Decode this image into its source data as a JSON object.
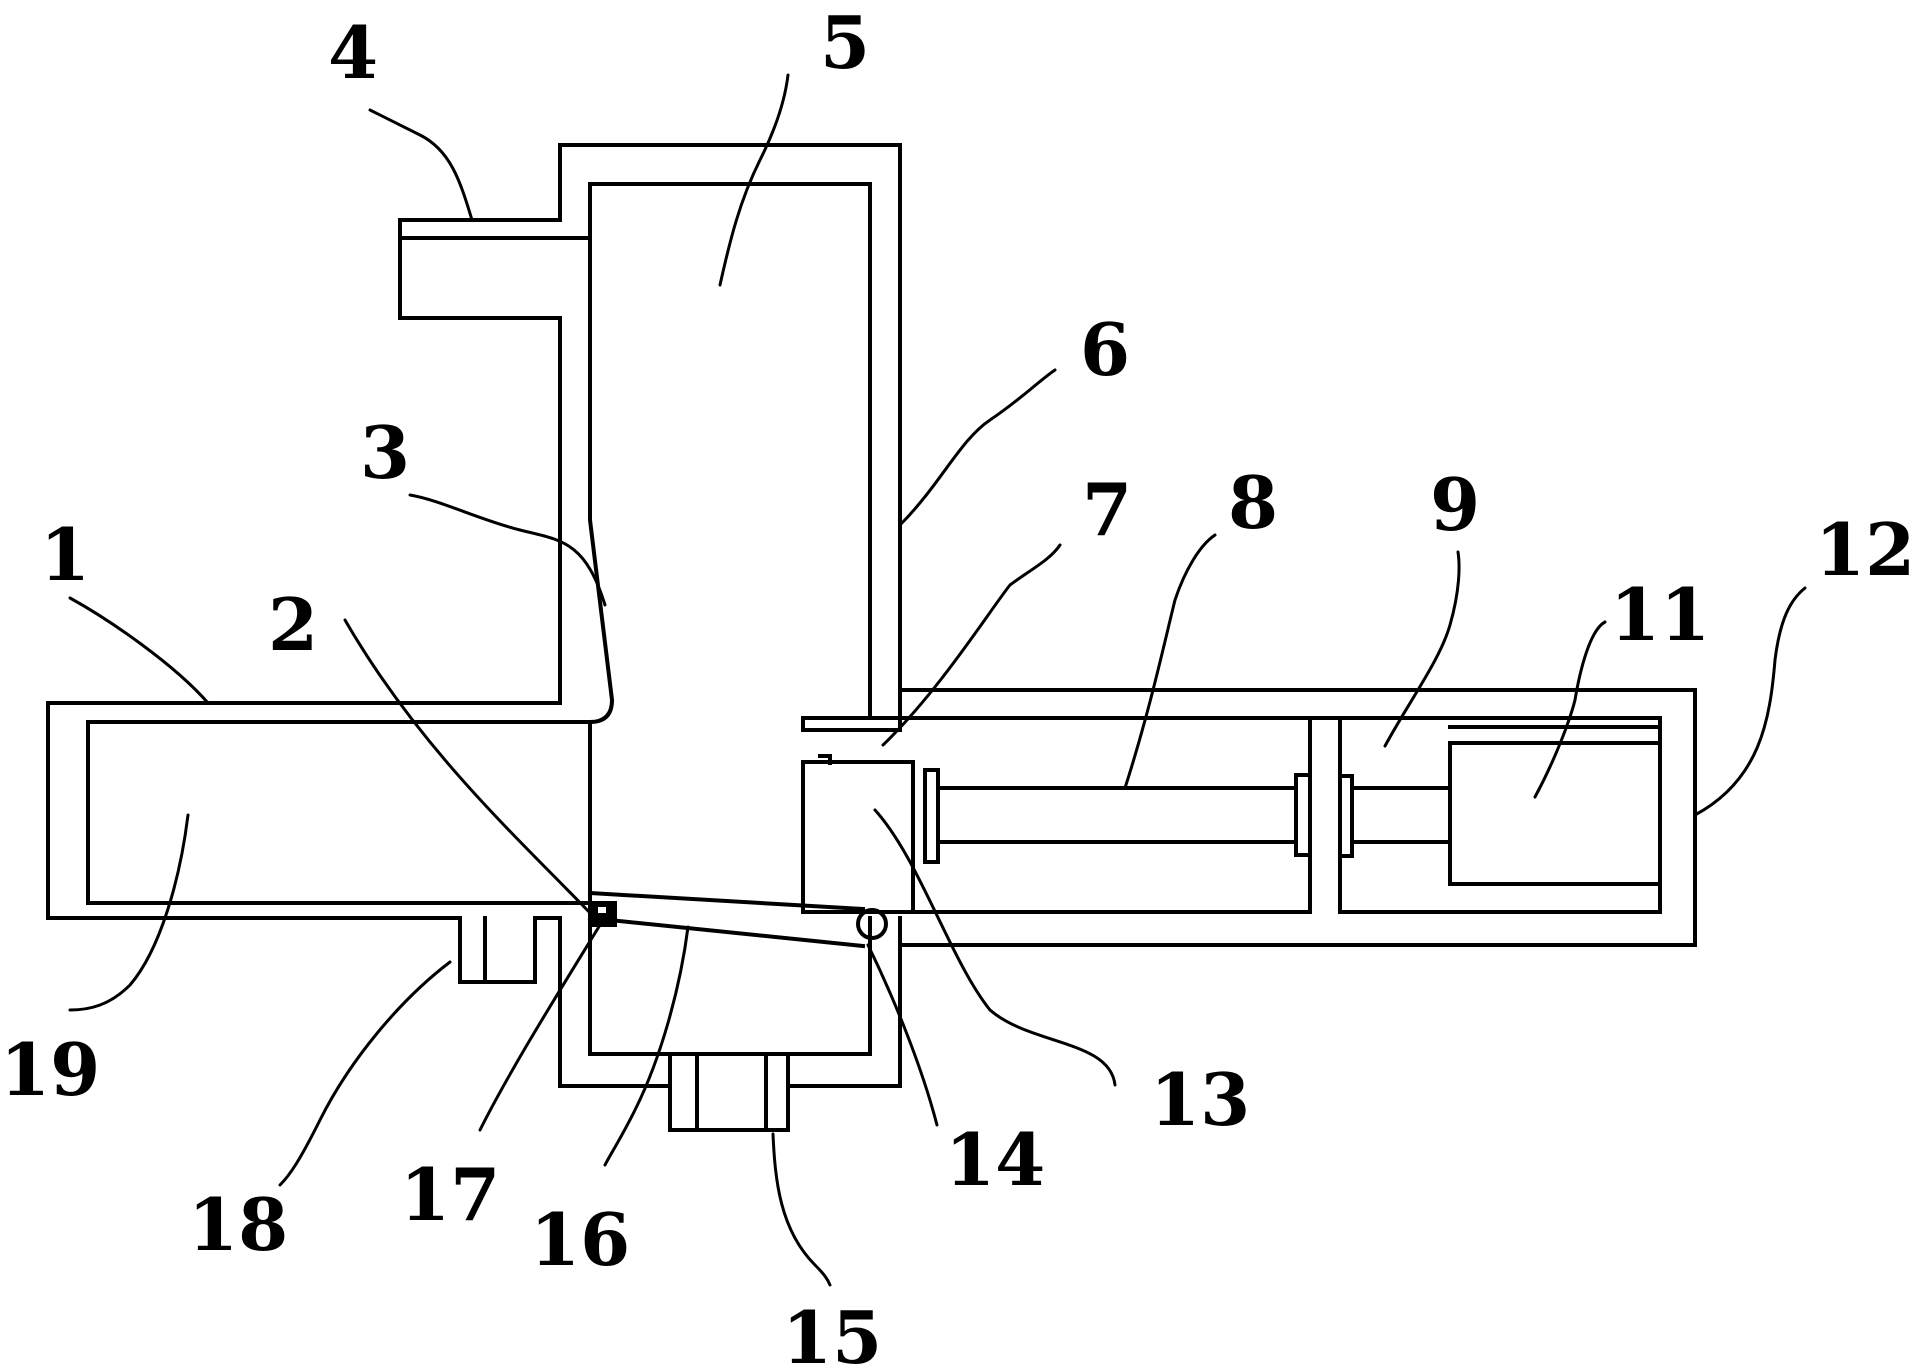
{
  "figure": {
    "labels": {
      "n1": "1",
      "n2": "2",
      "n3": "3",
      "n4": "4",
      "n5": "5",
      "n6": "6",
      "n7": "7",
      "n8": "8",
      "n9": "9",
      "n11": "11",
      "n12": "12",
      "n13": "13",
      "n14": "14",
      "n15": "15",
      "n16": "16",
      "n17": "17",
      "n18": "18",
      "n19": "19"
    }
  }
}
